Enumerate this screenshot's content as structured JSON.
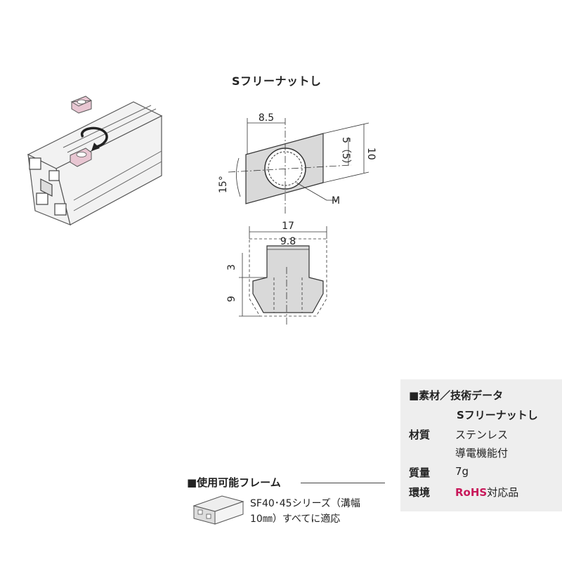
{
  "title": "Sフリーナットし",
  "dimensions": {
    "d_8_5": "8.5",
    "d_10": "10",
    "d_5": "5（5）",
    "d_15deg": "15°",
    "label_m": "M",
    "d_17": "17",
    "d_9_8": "9.8",
    "d_3": "3",
    "d_9": "9"
  },
  "spec": {
    "heading": "■素材／技術データ",
    "product": "Sフリーナットし",
    "material_key": "材質",
    "material_val1": "ステンレス",
    "material_val2": "導電機能付",
    "mass_key": "質量",
    "mass_val": "7g",
    "env_key": "環境",
    "env_rohs": "RoHS",
    "env_suffix": "対応品"
  },
  "usage": {
    "heading": "■使用可能フレーム",
    "line1": "SF40･45シリーズ（溝幅",
    "line2": "10㎜）すべてに適応"
  },
  "colors": {
    "accent_pink": "#c8185a",
    "nut_pink": "#e8c6d2",
    "part_gray": "#d9d9d9",
    "box_gray": "#eeeeee"
  }
}
